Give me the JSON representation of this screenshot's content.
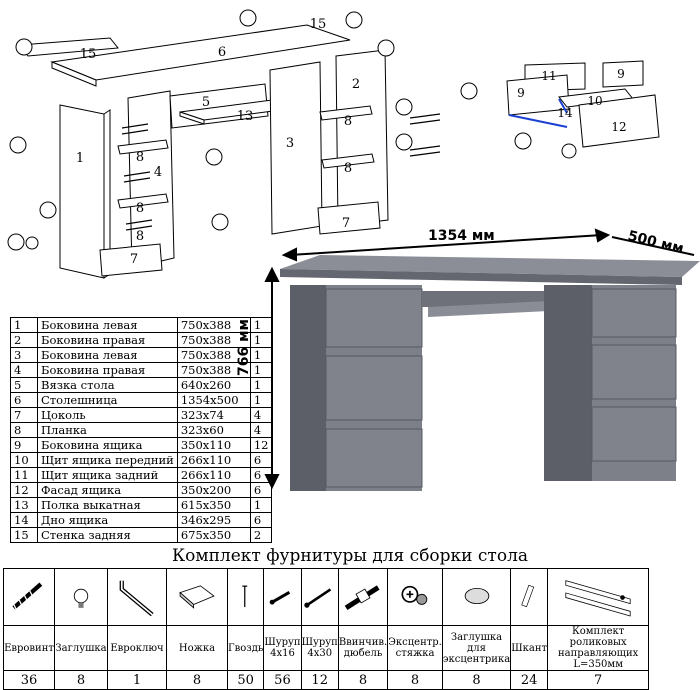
{
  "parts": [
    {
      "num": "1",
      "name": "Боковина левая",
      "size": "750x388",
      "qty": "1"
    },
    {
      "num": "2",
      "name": "Боковина правая",
      "size": "750x388",
      "qty": "1"
    },
    {
      "num": "3",
      "name": "Боковина левая",
      "size": "750x388",
      "qty": "1"
    },
    {
      "num": "4",
      "name": "Боковина правая",
      "size": "750x388",
      "qty": "1"
    },
    {
      "num": "5",
      "name": "Вязка стола",
      "size": "640x260",
      "qty": "1"
    },
    {
      "num": "6",
      "name": "Столешница",
      "size": "1354x500",
      "qty": "1"
    },
    {
      "num": "7",
      "name": "Цоколь",
      "size": "323x74",
      "qty": "4"
    },
    {
      "num": "8",
      "name": "Планка",
      "size": "323x60",
      "qty": "4"
    },
    {
      "num": "9",
      "name": "Боковина ящика",
      "size": "350x110",
      "qty": "12"
    },
    {
      "num": "10",
      "name": "Щит ящика передний",
      "size": "266x110",
      "qty": "6"
    },
    {
      "num": "11",
      "name": "Щит ящика задний",
      "size": "266x110",
      "qty": "6"
    },
    {
      "num": "12",
      "name": "Фасад ящика",
      "size": "350x200",
      "qty": "6"
    },
    {
      "num": "13",
      "name": "Полка выкатная",
      "size": "615x350",
      "qty": "1"
    },
    {
      "num": "14",
      "name": "Дно ящика",
      "size": "346x295",
      "qty": "6"
    },
    {
      "num": "15",
      "name": "Стенка задняя",
      "size": "675x350",
      "qty": "2"
    }
  ],
  "dimensions": {
    "width": "1354 мм",
    "depth": "500 мм",
    "height": "766 мм"
  },
  "kit": {
    "title": "Комплект фурнитуры для сборки стола",
    "items": [
      {
        "name": "Евровинт",
        "qty": "36",
        "icon": "euroscrew-icon"
      },
      {
        "name": "Заглушка",
        "qty": "8",
        "icon": "cap-icon"
      },
      {
        "name": "Евроключ",
        "qty": "1",
        "icon": "hex-key-icon"
      },
      {
        "name": "Ножка",
        "qty": "8",
        "icon": "foot-icon"
      },
      {
        "name": "Гвоздь",
        "qty": "50",
        "icon": "nail-icon"
      },
      {
        "name": "Шуруп 4х16",
        "qty": "56",
        "icon": "screw-short-icon"
      },
      {
        "name": "Шуруп 4х30",
        "qty": "12",
        "icon": "screw-long-icon"
      },
      {
        "name": "Ввинчив. дюбель",
        "qty": "8",
        "icon": "dowel-icon"
      },
      {
        "name": "Эксцентр. стяжка",
        "qty": "8",
        "icon": "cam-lock-icon"
      },
      {
        "name": "Заглушка для эксцентрика",
        "qty": "8",
        "icon": "cam-cap-icon"
      },
      {
        "name": "Шкант",
        "qty": "24",
        "icon": "wood-dowel-icon"
      },
      {
        "name": "Комплект роликовых направляющих L=350мм",
        "qty": "7",
        "icon": "drawer-slide-icon"
      }
    ]
  },
  "diagram_labels": {
    "l1": "1",
    "l2": "2",
    "l3": "3",
    "l4": "4",
    "l5": "5",
    "l6": "6",
    "l7a": "7",
    "l7b": "7",
    "l8a": "8",
    "l8b": "8",
    "l8c": "8",
    "l8d": "8",
    "l8e": "8",
    "l13": "13",
    "l15a": "15",
    "l15b": "15",
    "d9a": "9",
    "d9b": "9",
    "d10": "10",
    "d11": "11",
    "d12": "12",
    "d14": "14"
  },
  "colors": {
    "desk": "#7d8089",
    "desk_dark": "#61646c",
    "desk_light": "#9a9da4"
  }
}
